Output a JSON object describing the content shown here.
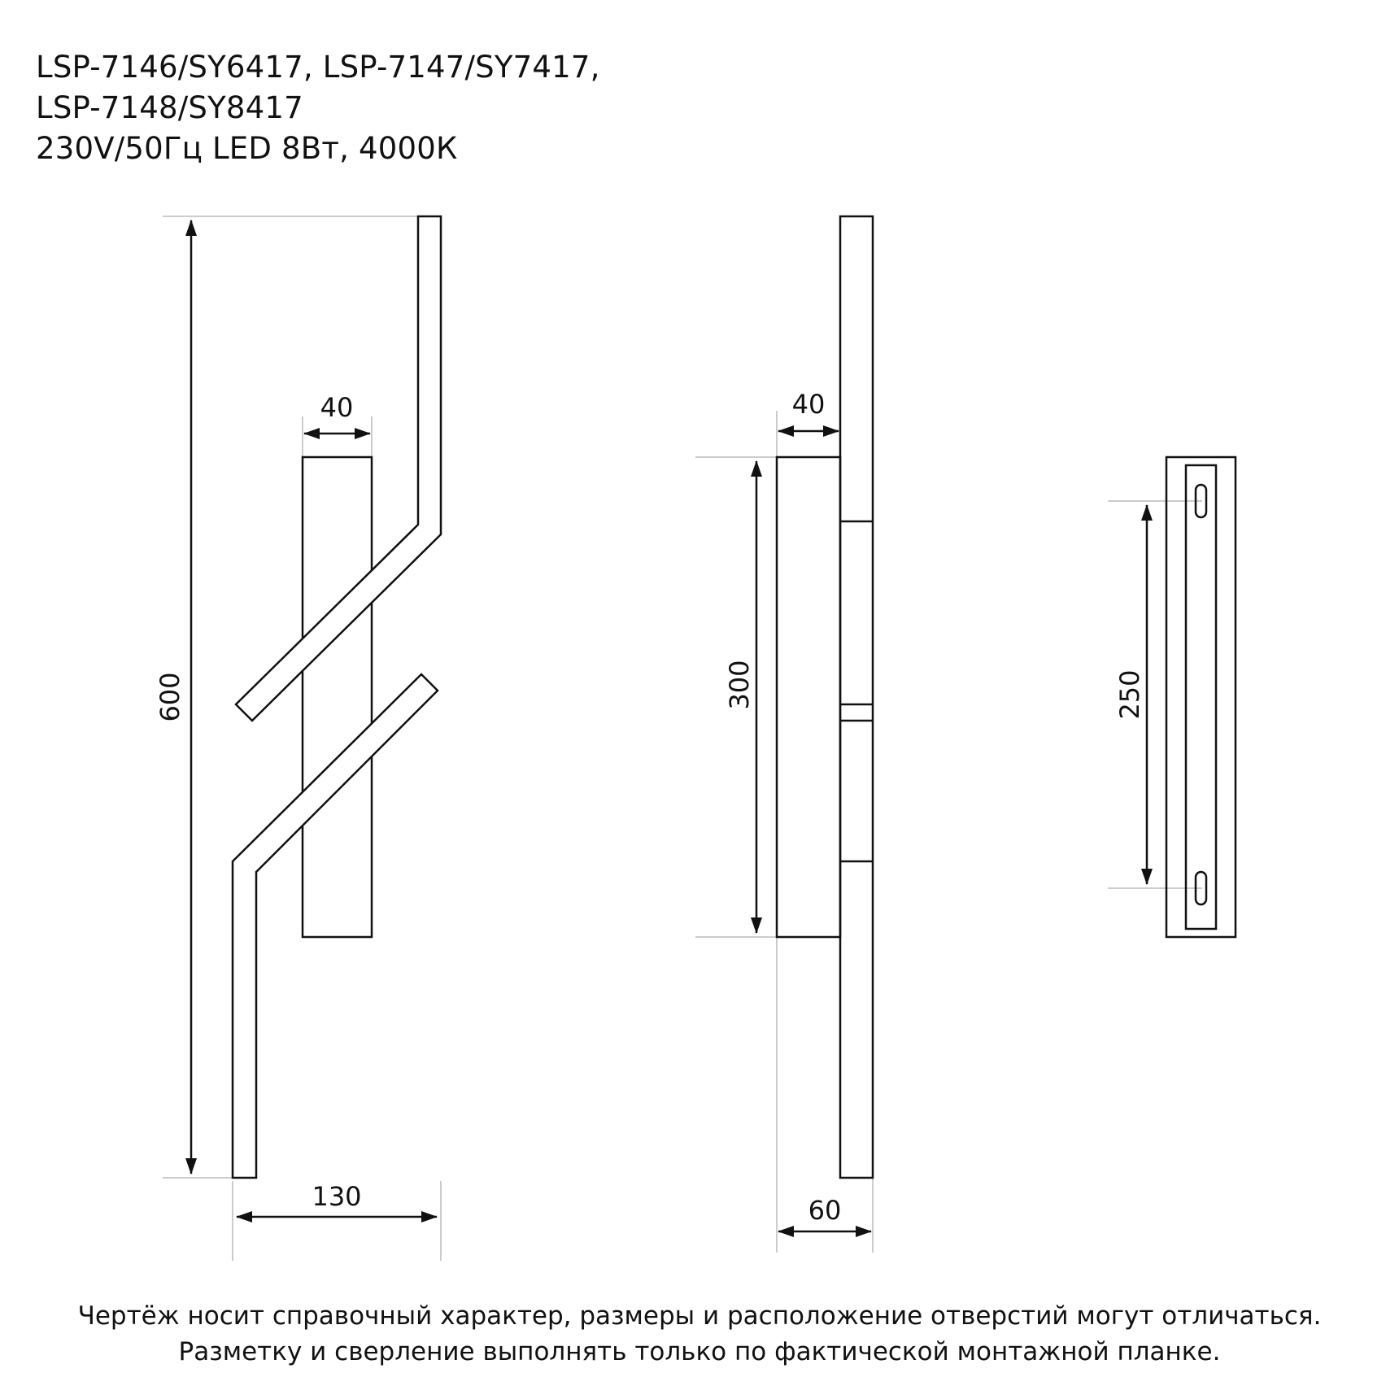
{
  "header": {
    "line1": "LSP-7146/SY6417, LSP-7147/SY7417,",
    "line2": "LSP-7148/SY8417",
    "line3": "230V/50Гц  LED 8Вт, 4000К"
  },
  "dimensions": {
    "front_height": "600",
    "front_width": "130",
    "front_base_width": "40",
    "side_base_height": "300",
    "side_base_depth": "40",
    "side_depth": "60",
    "mount_hole_spacing": "250"
  },
  "footer": {
    "line1": "Чертёж носит справочный характер, размеры и расположение отверстий могут отличаться.",
    "line2": "Разметку и сверление выполнять только по фактической монтажной планке."
  },
  "colors": {
    "line": "#111111",
    "extension_line": "#bbbbbb",
    "background": "#ffffff"
  }
}
